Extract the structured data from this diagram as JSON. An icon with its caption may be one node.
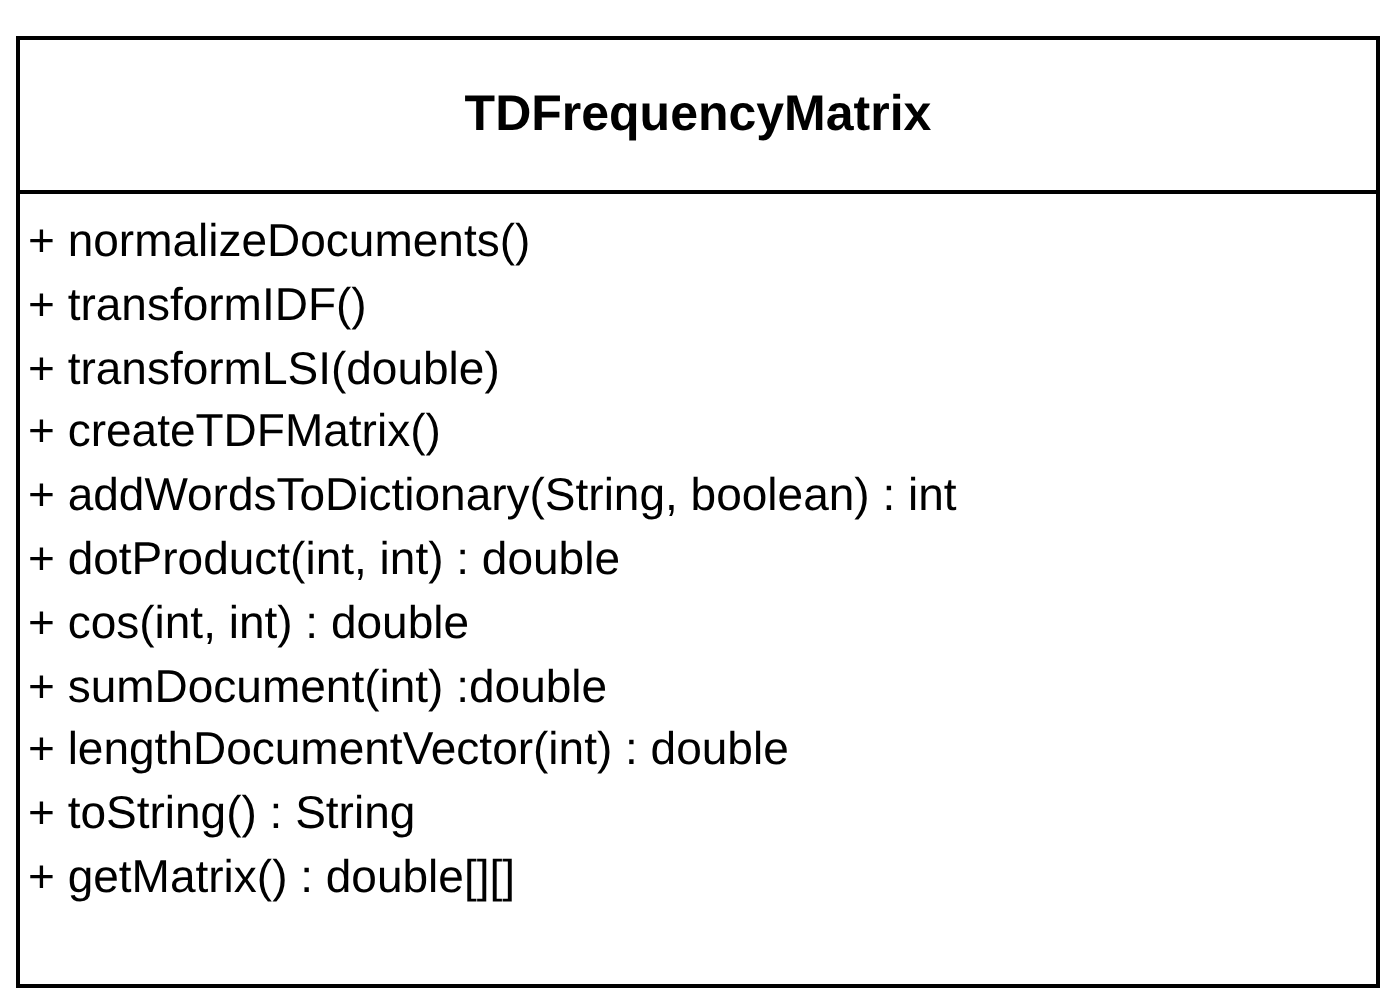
{
  "diagram": {
    "nodes": [
      {
        "text": [
          "TDFrequencyMatrix",
          "+ normalizeDocuments()",
          "+ transformIDF()",
          "+ transformLSI(double)",
          "+ createTDFMatrix()",
          "+ addWordsToDictionary(String, boolean) : int",
          "+ dotProduct(int, int) : double",
          "+ cos(int, int) : double",
          "+ sumDocument(int) :double",
          "+ lengthDocumentVector(int) : double",
          "+ toString() : String",
          "+ getMatrix() : double[][]"
        ]
      }
    ]
  }
}
